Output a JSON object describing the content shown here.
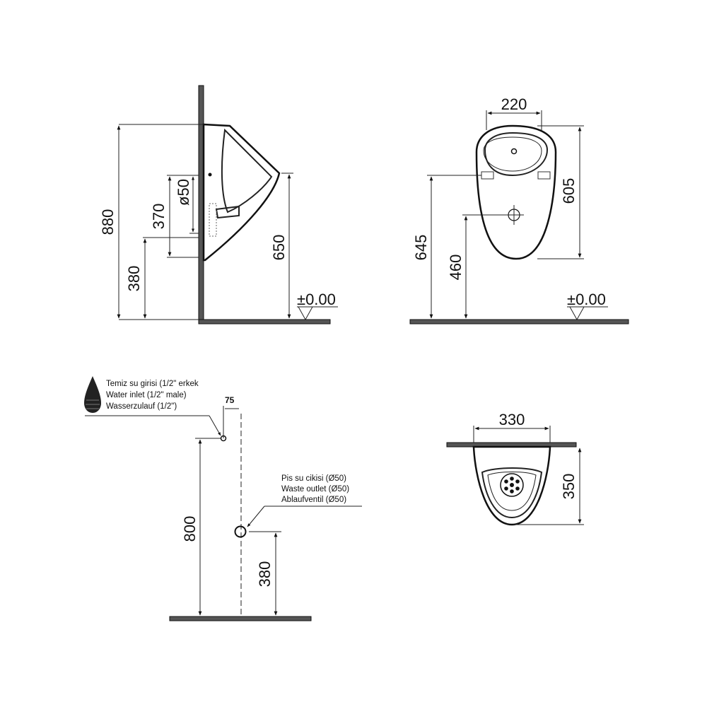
{
  "views": {
    "side": {
      "dims": {
        "d880": "880",
        "d380": "380",
        "d370": "370",
        "d50": "ø50",
        "d650": "650"
      },
      "level": "±0.00"
    },
    "front": {
      "dims": {
        "d220": "220",
        "d605": "605",
        "d645": "645",
        "d460": "460"
      },
      "level": "±0.00"
    },
    "installation": {
      "water_inlet": {
        "lines": [
          "Temiz su girisi (1/2\" erkek",
          "Water inlet (1/2\" male)",
          "Wasserzulauf (1/2\")"
        ],
        "offset": "75",
        "height": "800"
      },
      "waste_outlet": {
        "lines": [
          "Pis su cikisi (Ø50)",
          "Waste outlet (Ø50)",
          "Ablaufventil (Ø50)"
        ],
        "height": "380"
      }
    },
    "top": {
      "dims": {
        "d330": "330",
        "d350": "350"
      }
    }
  },
  "colors": {
    "line": "#111111",
    "background": "#ffffff",
    "wall": "#555555"
  }
}
